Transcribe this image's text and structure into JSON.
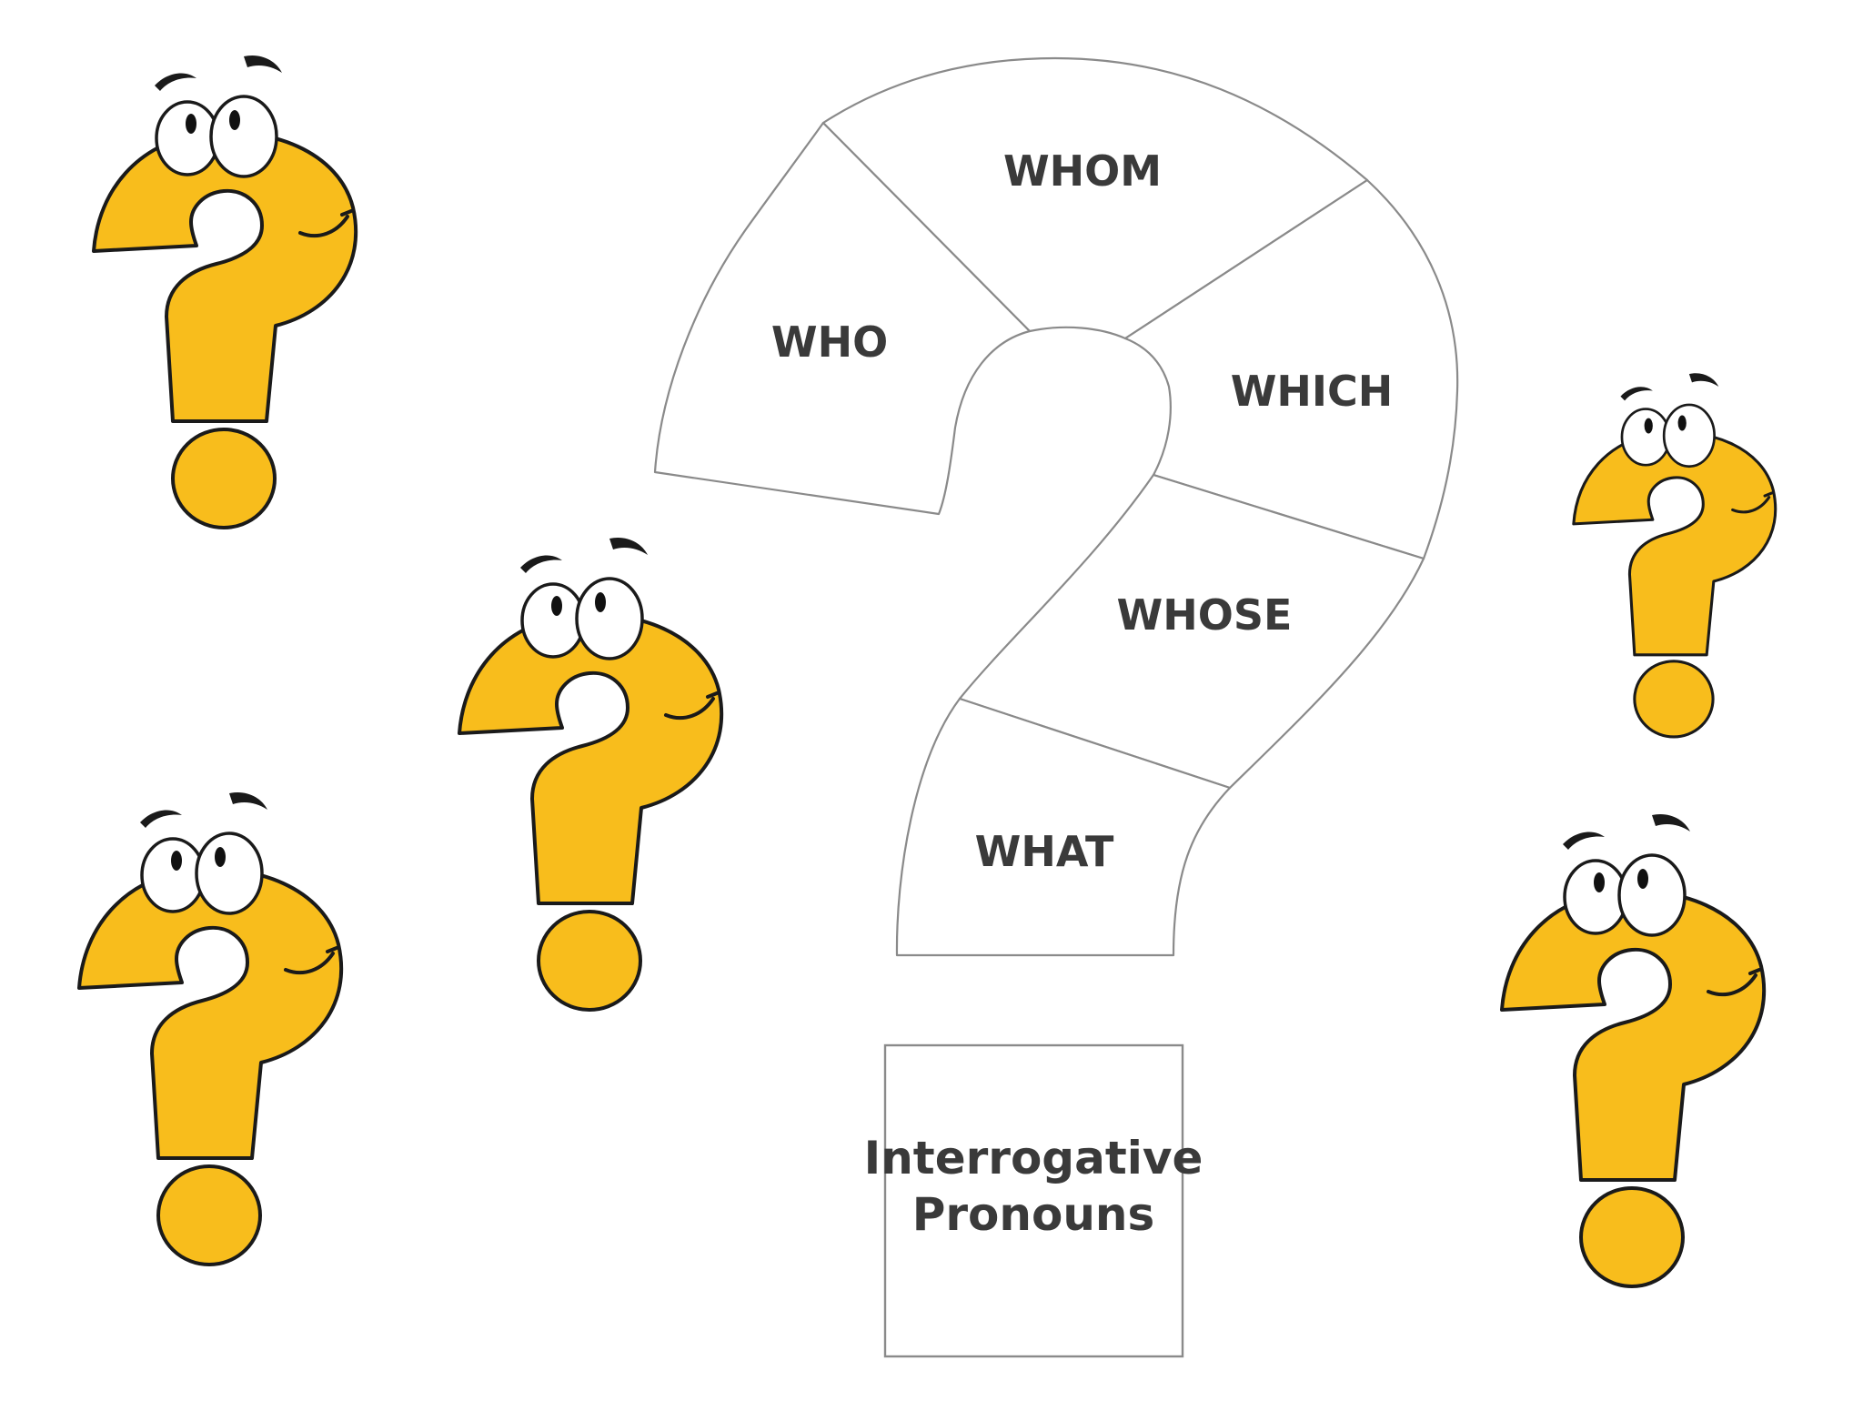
{
  "pronouns": [
    "WHO",
    "WHOM",
    "WHICH",
    "WHOSE",
    "WHAT"
  ],
  "caption": {
    "line1": "Interrogative",
    "line2": "Pronouns"
  },
  "colors": {
    "character_fill": "#f8bd1c",
    "outline": "#1a1a1a",
    "segment_stroke": "#8a8a8a",
    "text": "#3a3a3a"
  },
  "characters": [
    {
      "name": "question-mark-character-top-left"
    },
    {
      "name": "question-mark-character-middle"
    },
    {
      "name": "question-mark-character-bottom-left"
    },
    {
      "name": "question-mark-character-right-top"
    },
    {
      "name": "question-mark-character-right-bottom"
    }
  ]
}
